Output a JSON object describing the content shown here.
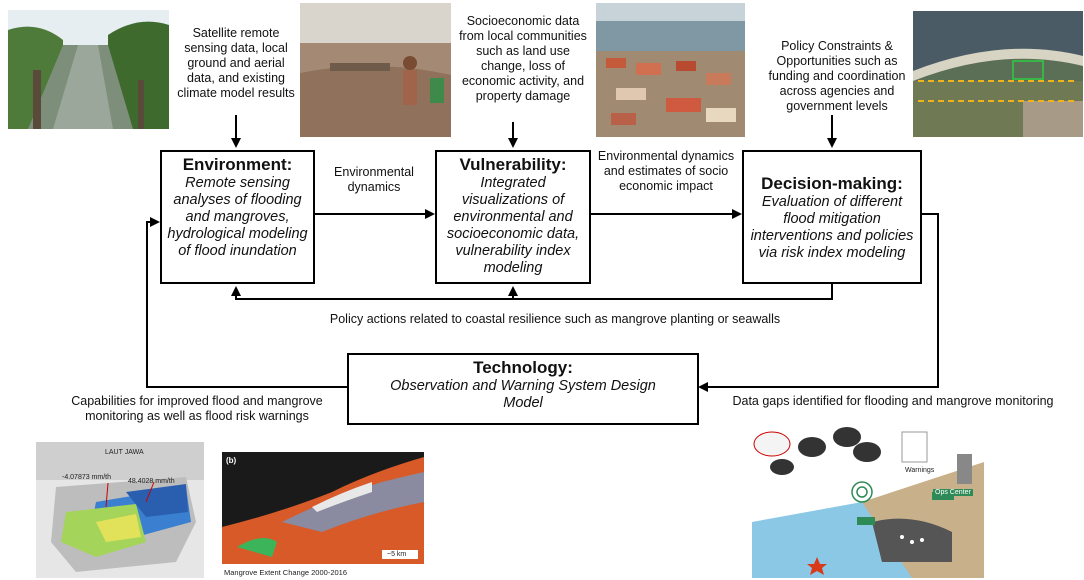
{
  "inputs": {
    "environment": "Satellite remote sensing data, local ground and aerial data, and existing climate model results",
    "vulnerability": "Socioeconomic data from local communities such as land use change, loss of economic activity, and property damage",
    "decision": "Policy Constraints & Opportunities such as funding and coordination across agencies and government levels"
  },
  "boxes": {
    "environment": {
      "title": "Environment:",
      "body": "Remote sensing analyses of flooding and mangroves, hydrological modeling of flood inundation"
    },
    "vulnerability": {
      "title": "Vulnerability:",
      "body": "Integrated visualizations of environmental and socioeconomic data, vulnerability index modeling"
    },
    "decision": {
      "title": "Decision-making:",
      "body": "Evaluation of different flood mitigation interventions and policies via risk index modeling"
    },
    "technology": {
      "title": "Technology:",
      "body": "Observation and Warning System Design Model"
    }
  },
  "edges": {
    "env_to_vul": "Environmental dynamics",
    "vul_to_dec": "Environmental dynamics and estimates of socio economic impact",
    "policy_feedback": "Policy actions related to coastal resilience such as mangrove planting or seawalls",
    "tech_to_env": "Capabilities for improved flood and mangrove monitoring as well as flood risk warnings",
    "dec_to_tech": "Data gaps identified for flooding and mangrove monitoring"
  },
  "images": {
    "map_rate_1": "-4.07873 mm/th",
    "map_rate_2": "48.4028 mm/th",
    "map_sea_label": "LAUT JAWA",
    "mangrove_panel": "(b)",
    "mangrove_scale": "~5 km",
    "mangrove_caption": "Mangrove Extent Change 2000-2016",
    "warning_label": "Warnings",
    "ops_center": "Ops Center"
  }
}
